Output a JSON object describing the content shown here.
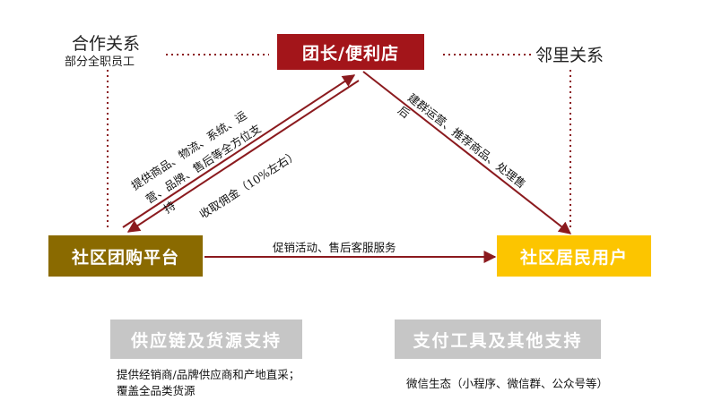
{
  "nodes": {
    "leader": "团长/便利店",
    "platform": "社区团购平台",
    "resident": "社区居民用户"
  },
  "relations": {
    "cooperation": "合作关系",
    "cooperation_sub": "部分全职员工",
    "neighbor": "邻里关系"
  },
  "edges": {
    "platform_to_leader_1": "提供商品、物流、系统、运",
    "platform_to_leader_2": "营、品牌、售后等全方位支",
    "platform_to_leader_3": "持",
    "leader_to_platform": "收取佣金（10%左右）",
    "leader_to_resident_1": "建群运营、推荐商品、处理售",
    "leader_to_resident_2": "后",
    "platform_to_resident": "促销活动、售后客服服务"
  },
  "supports": {
    "supply_title": "供应链及货源支持",
    "supply_desc_1": "提供经销商/品牌供应商和产地直采；",
    "supply_desc_2": "覆盖全品类货源",
    "payment_title": "支付工具及其他支持",
    "payment_desc": "微信生态（小程序、微信群、公众号等）"
  },
  "colors": {
    "leader": "#a3151a",
    "platform": "#8a6a00",
    "resident": "#fcc500",
    "arrow": "#8b1a1e",
    "support": "#c6c6c6"
  }
}
